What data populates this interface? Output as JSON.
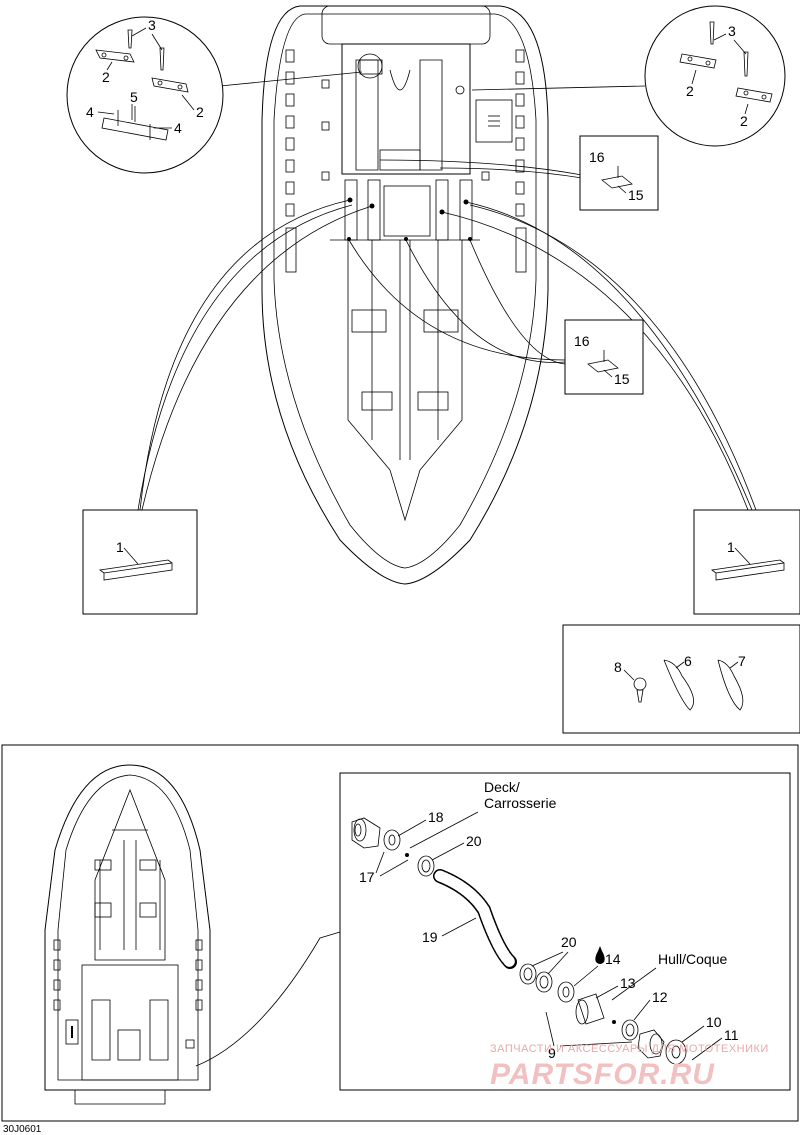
{
  "diagram": {
    "drawing_ref": "30J0601",
    "labels": {
      "deck": "Deck/",
      "deck_fr": "Carrosserie",
      "hull": "Hull/Coque"
    },
    "callouts": {
      "c1_left": "1",
      "c1_right": "1",
      "c2_a": "2",
      "c2_b": "2",
      "c3_left": "3",
      "c4_a": "4",
      "c4_b": "4",
      "c5": "5",
      "c2_r1": "2",
      "c2_r2": "2",
      "c3_right": "3",
      "c16_a": "16",
      "c15_a": "15",
      "c16_b": "16",
      "c15_b": "15",
      "c8": "8",
      "c6": "6",
      "c7": "7",
      "c18": "18",
      "c20_a": "20",
      "c17": "17",
      "c19": "19",
      "c20_b": "20",
      "c14": "14",
      "c13": "13",
      "c12": "12",
      "c10": "10",
      "c11": "11",
      "c9": "9"
    }
  },
  "watermark": {
    "line1": "ЗАПЧАСТИ И АКСЕССУАРЫ ДЛЯ МОТОТЕХНИКИ",
    "line2": "PARTSFOR.RU"
  }
}
